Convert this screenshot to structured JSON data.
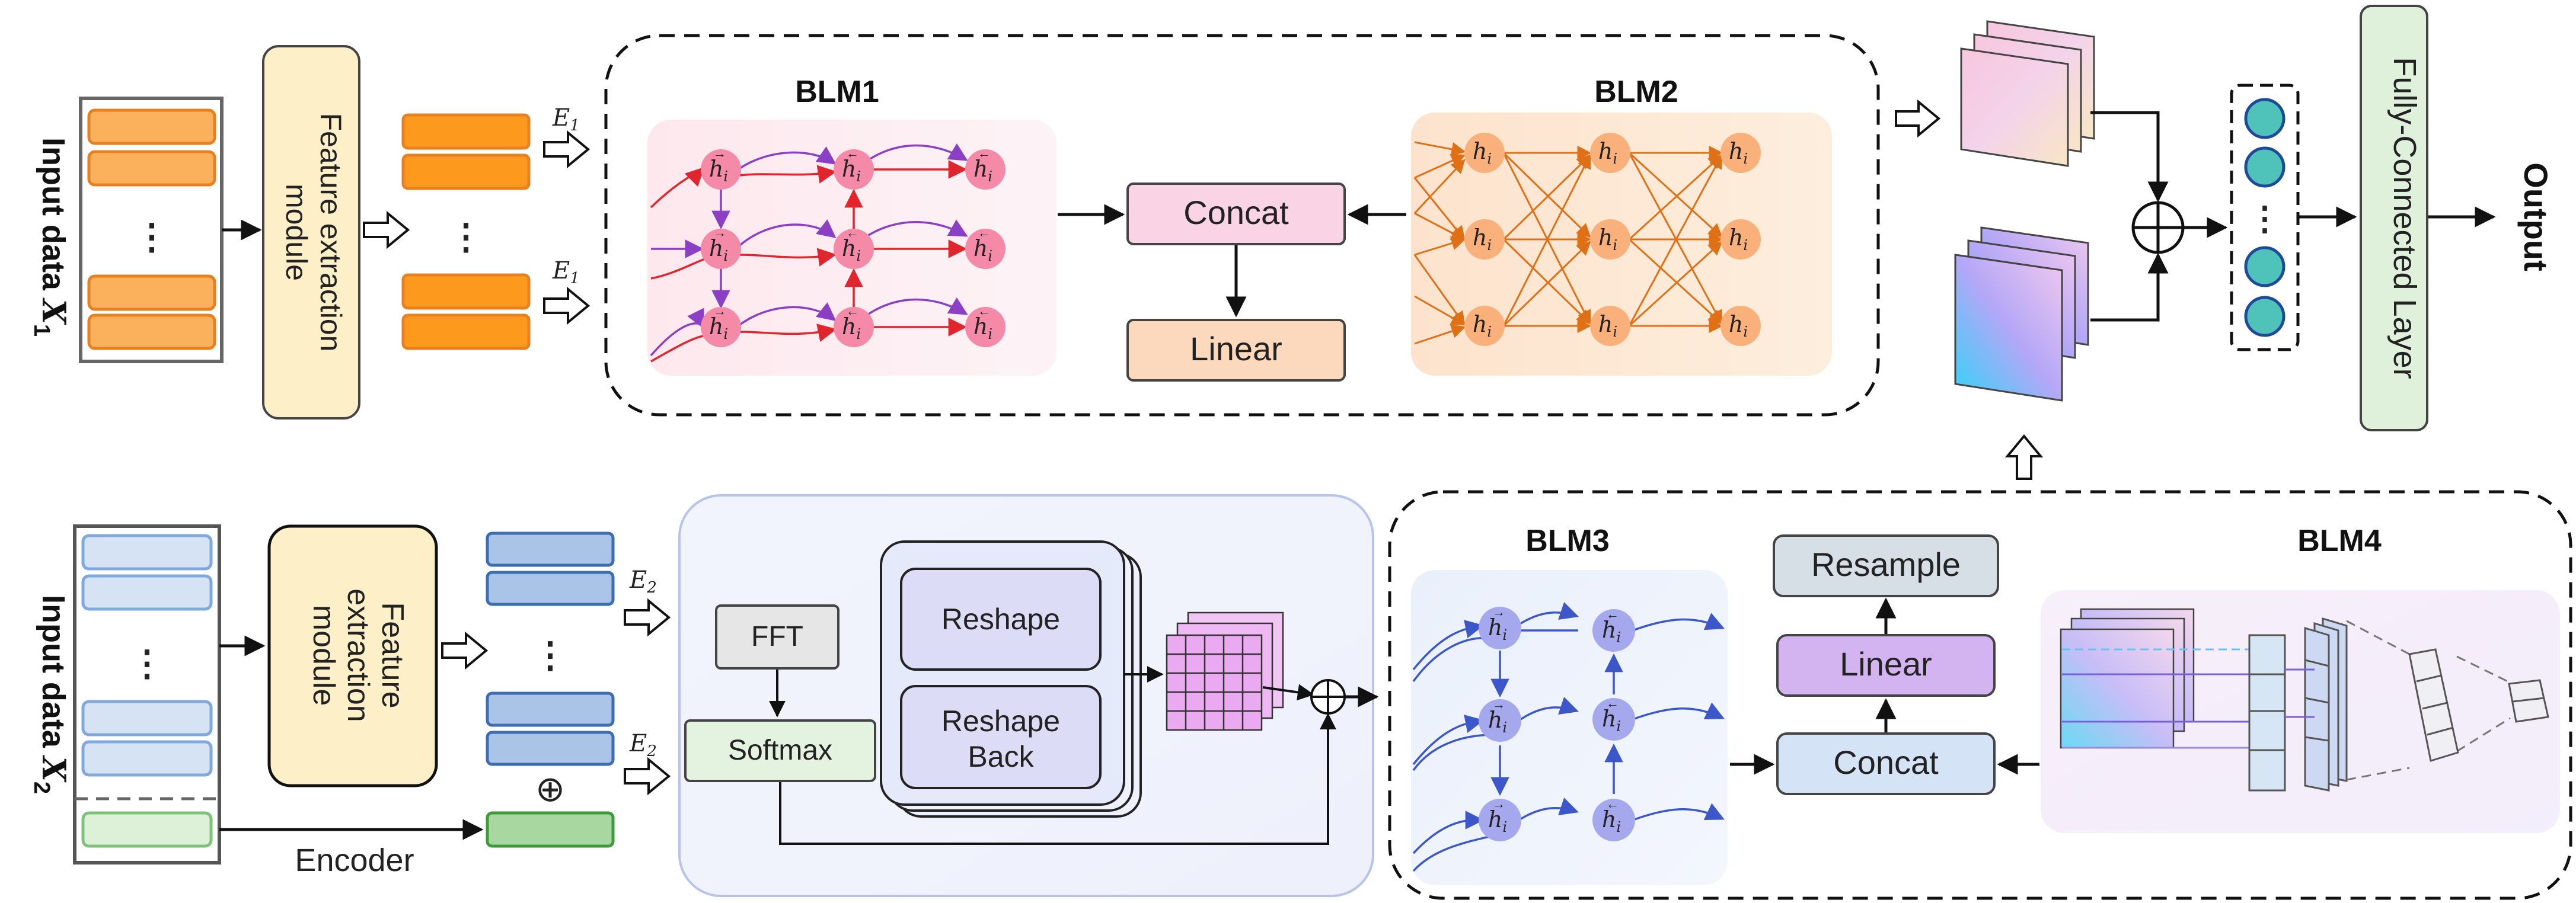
{
  "labels": {
    "input1_main": "Input data ",
    "input1_var": "X",
    "input1_sub": "1",
    "input2_main": "Input data ",
    "input2_var": "X",
    "input2_sub": "2",
    "fe_line1": "Feature extraction",
    "fe_line2": "module",
    "fe2_line1": "Feature",
    "fe2_line2": "extraction",
    "fe2_line3": "module",
    "dots": "⋮",
    "e1_var": "E",
    "e1_sub": "1",
    "e2_var": "E",
    "e2_sub": "2",
    "blm1": "BLM1",
    "blm2": "BLM2",
    "blm3": "BLM3",
    "blm4": "BLM4",
    "concat": "Concat",
    "linear": "Linear",
    "fft": "FFT",
    "softmax": "Softmax",
    "reshape": "Reshape",
    "reshape_back_1": "Reshape",
    "reshape_back_2": "Back",
    "resample": "Resample",
    "encoder": "Encoder",
    "fc": "Fully-Connected Layer",
    "output": "Output",
    "h": "h",
    "h_sub": "i",
    "arrow_right": "→",
    "arrow_left": "←",
    "oplus": "⊕"
  },
  "colors": {
    "orange_fill": "#fbb05c",
    "orange_stroke": "#e8801f",
    "orange_bright": "#fd9a1e",
    "blue_fill": "#a9c4e6",
    "blue_stroke": "#3b6db0",
    "blue_light": "#d6e3f5",
    "green_fill": "#a9d7a0",
    "green_stroke": "#3f9a3a",
    "green_light": "#ddf0d8",
    "yellow_fill": "#fdf0c8",
    "pink_node": "#f48aa8",
    "peach_node": "#f9b07a",
    "lavender_node": "#a6a8ee",
    "teal_node": "#4fc3b9",
    "concat_pink": "#fad3e5",
    "linear_peach": "#fcd9bd",
    "linear_purple": "#d4b4f0",
    "concat_blue": "#d4e4f6",
    "resample_gray": "#d7dfe6",
    "fft_gray": "#e6e6e6",
    "softmax_green": "#e3f3df",
    "reshape_lav": "#dcdcf6",
    "fc_green": "#dff1da"
  }
}
